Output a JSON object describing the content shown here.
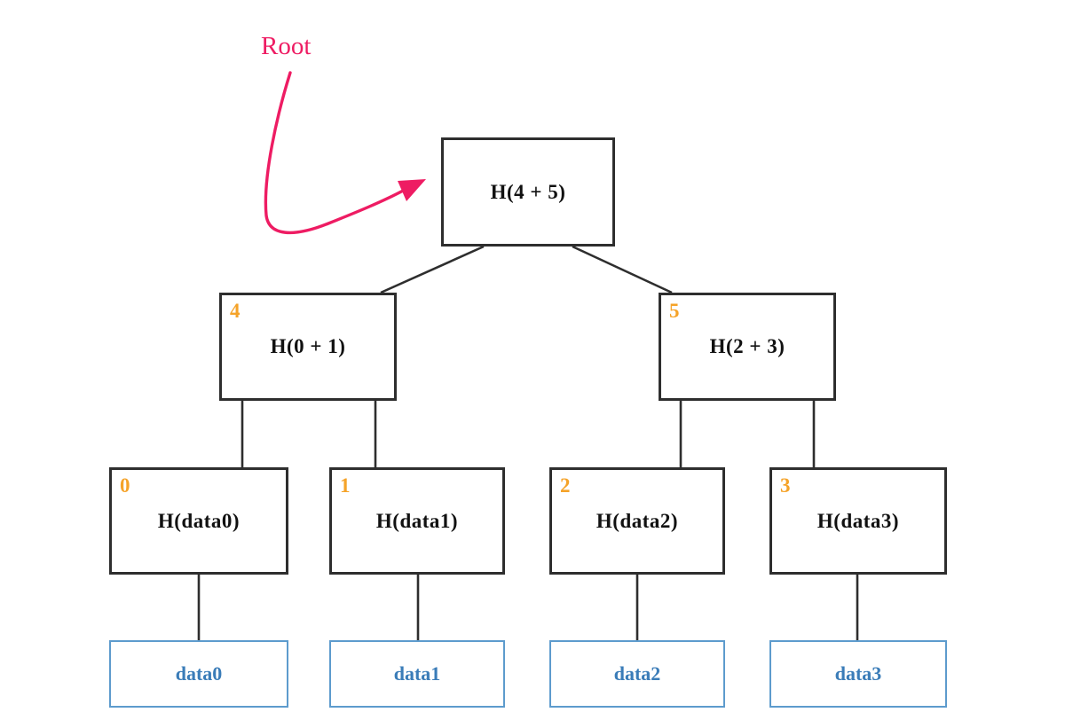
{
  "colors": {
    "root_pointer": "#ee1c63",
    "index_badge": "#f5a329",
    "data_text": "#3a7cb8",
    "data_border": "#5d9bcd",
    "edge_line": "#2e2e2e"
  },
  "root_pointer": {
    "label": "Root"
  },
  "nodes": {
    "root": {
      "label": "H(4 + 5)"
    },
    "internal": [
      {
        "index": "4",
        "label": "H(0 + 1)"
      },
      {
        "index": "5",
        "label": "H(2 + 3)"
      }
    ],
    "leaves": [
      {
        "index": "0",
        "label": "H(data0)"
      },
      {
        "index": "1",
        "label": "H(data1)"
      },
      {
        "index": "2",
        "label": "H(data2)"
      },
      {
        "index": "3",
        "label": "H(data3)"
      }
    ],
    "data_blocks": [
      {
        "label": "data0"
      },
      {
        "label": "data1"
      },
      {
        "label": "data2"
      },
      {
        "label": "data3"
      }
    ]
  }
}
